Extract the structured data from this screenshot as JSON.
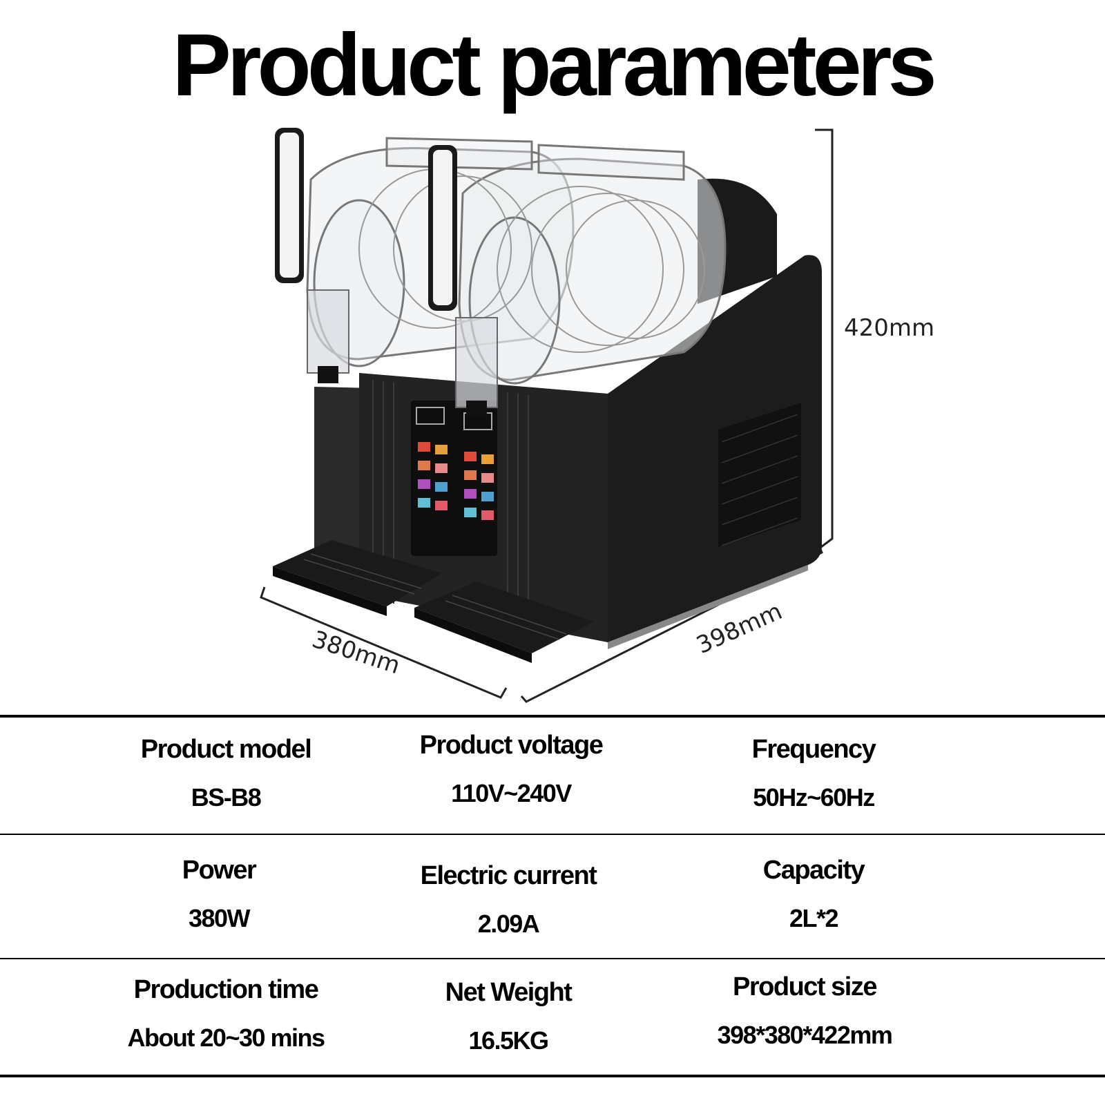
{
  "title": "Product parameters",
  "dimensions": {
    "height": "420mm",
    "width": "380mm",
    "depth": "398mm"
  },
  "specs": [
    {
      "label": "Product model",
      "value": "BS-B8"
    },
    {
      "label": "Product voltage",
      "value": "110V~240V"
    },
    {
      "label": "Frequency",
      "value": "50Hz~60Hz"
    },
    {
      "label": "Power",
      "value": "380W"
    },
    {
      "label": "Electric current",
      "value": "2.09A"
    },
    {
      "label": "Capacity",
      "value": "2L*2"
    },
    {
      "label": "Production time",
      "value": "About 20~30 mins"
    },
    {
      "label": "Net Weight",
      "value": "16.5KG"
    },
    {
      "label": "Product size",
      "value": "398*380*422mm"
    }
  ]
}
